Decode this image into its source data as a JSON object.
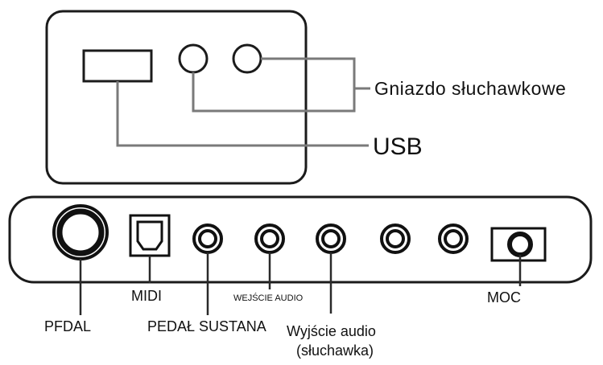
{
  "top_panel": {
    "headphone_label": "Gniazdo słuchawkowe",
    "usb_label": "USB"
  },
  "bottom_panel": {
    "pedal_label": "PFDAL",
    "midi_label": "MIDI",
    "sustain_label": "PEDAŁ SUSTANA",
    "audio_in_label": "WEJŚCIE AUDIO",
    "audio_out_label_line1": "Wyjście audio",
    "audio_out_label_line2": "(słuchawka)",
    "power_label": "MOC"
  }
}
